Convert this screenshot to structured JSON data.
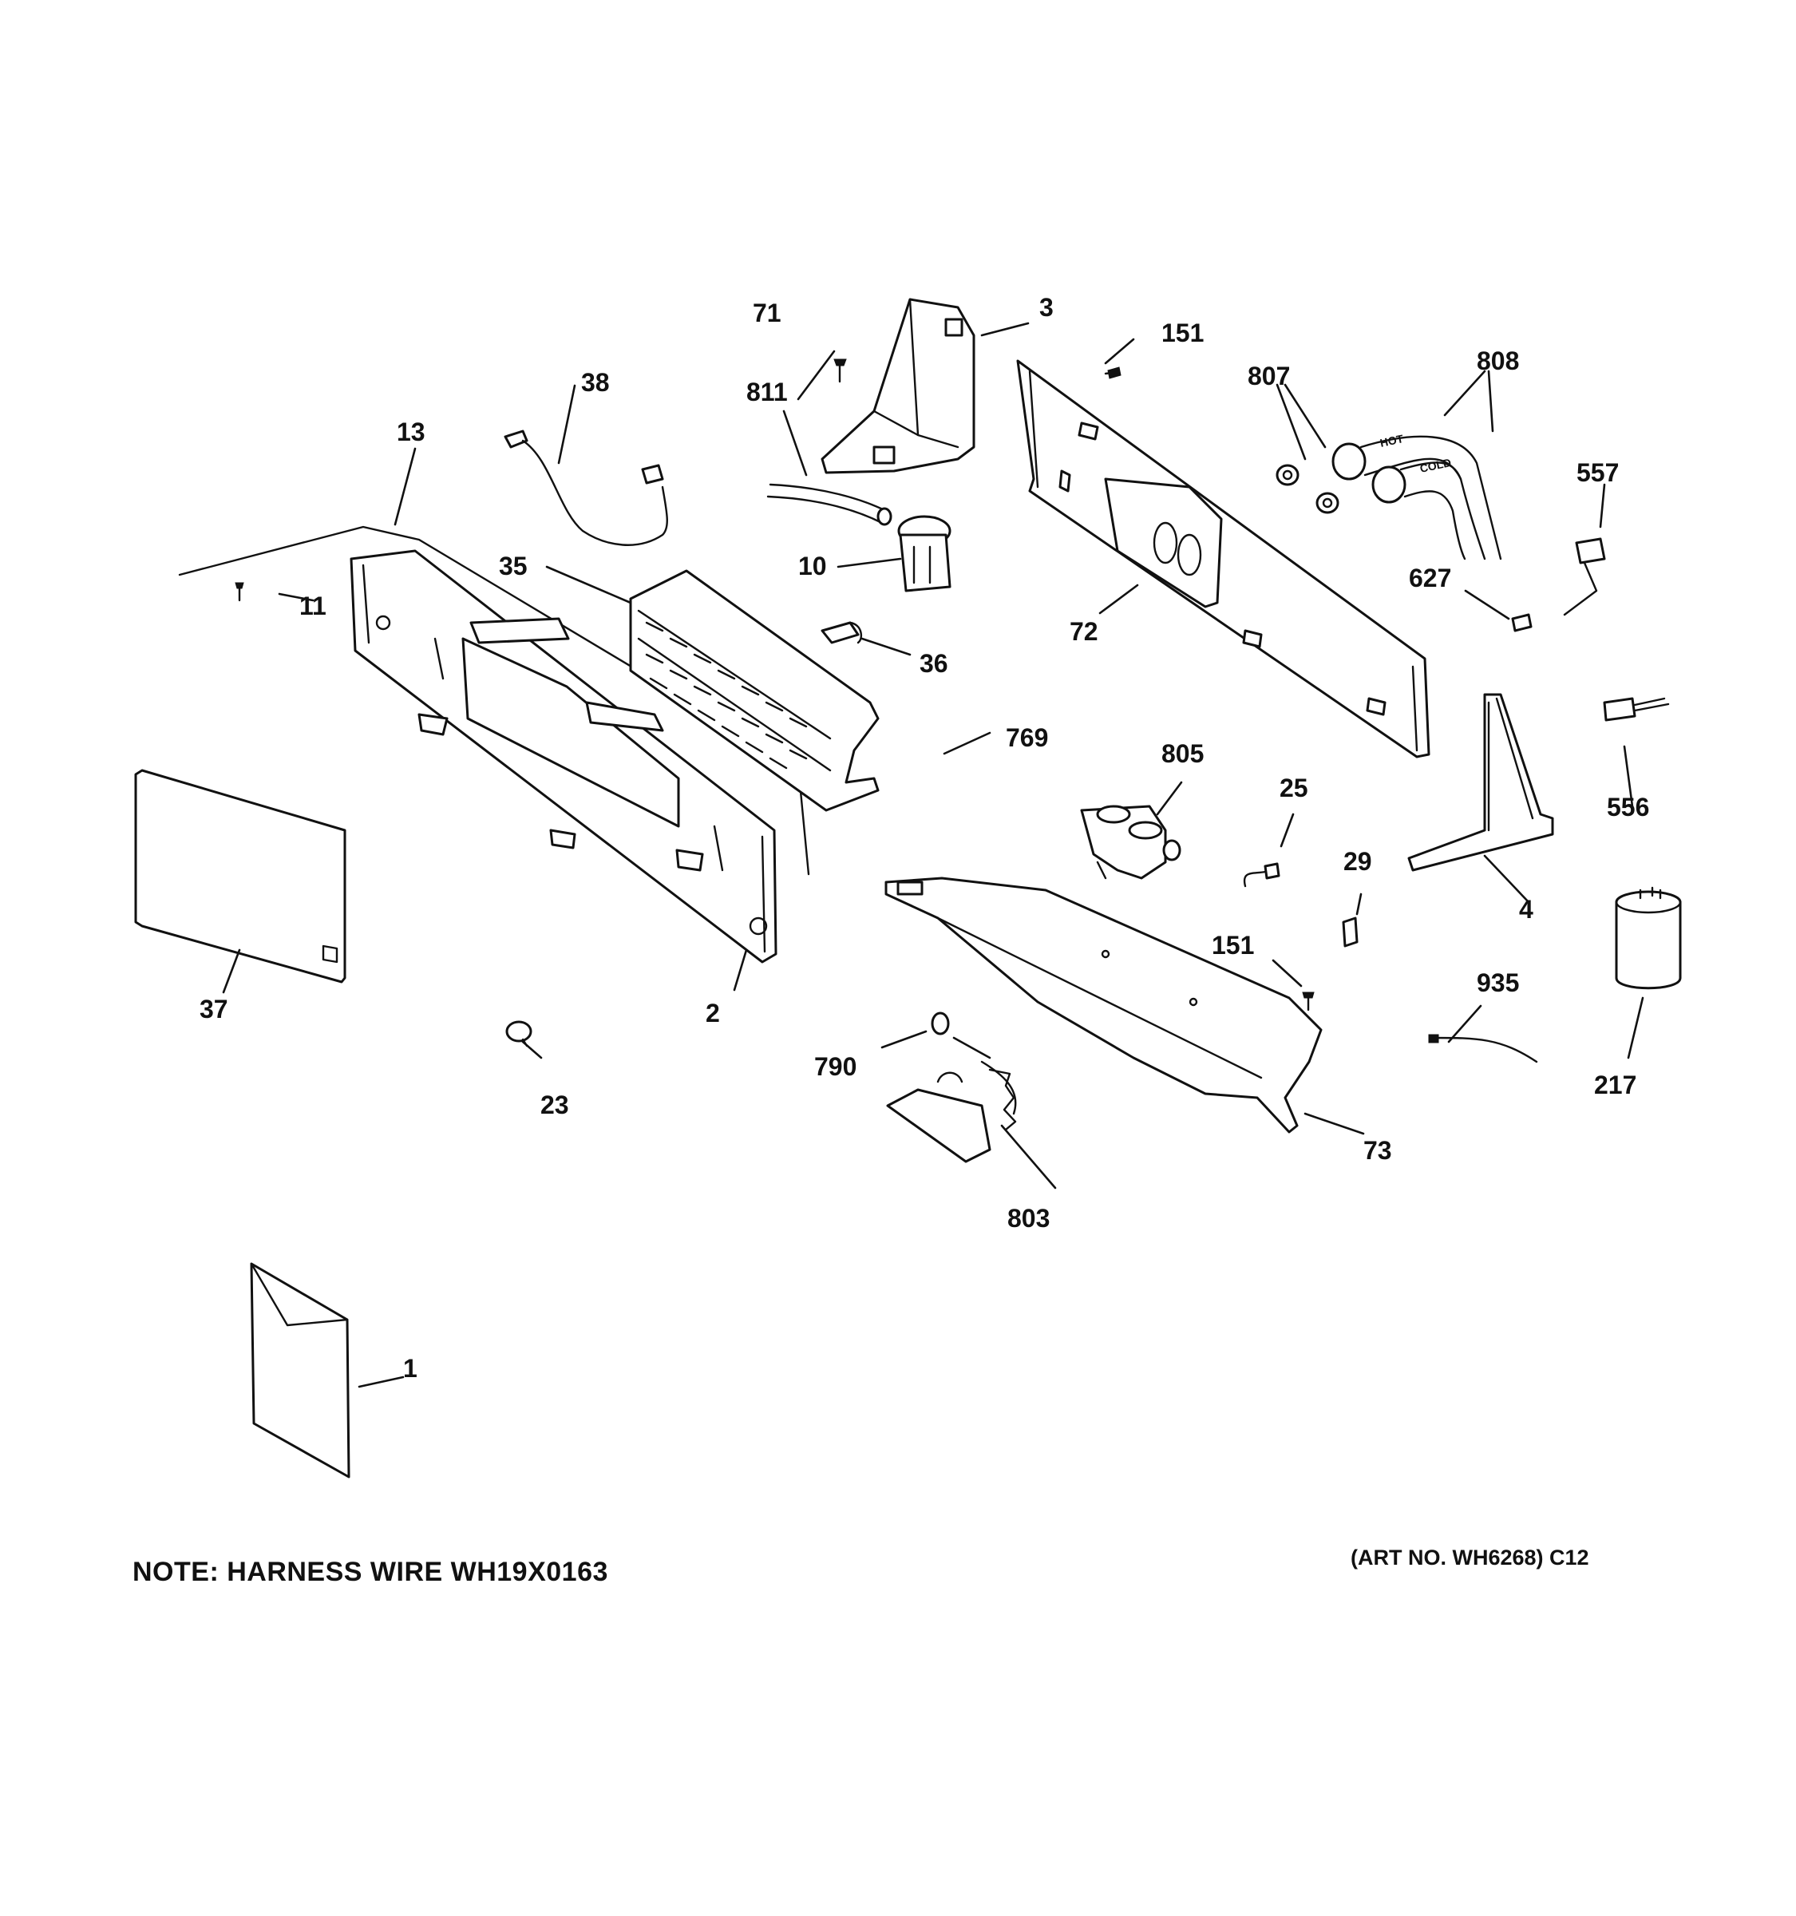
{
  "diagram": {
    "callouts": {
      "p1": "1",
      "p2": "2",
      "p3": "3",
      "p4": "4",
      "p10": "10",
      "p11": "11",
      "p13": "13",
      "p23": "23",
      "p25": "25",
      "p29": "29",
      "p35": "35",
      "p36": "36",
      "p37": "37",
      "p38": "38",
      "p71": "71",
      "p72": "72",
      "p73": "73",
      "p151a": "151",
      "p151b": "151",
      "p217": "217",
      "p556": "556",
      "p557": "557",
      "p627": "627",
      "p769": "769",
      "p790": "790",
      "p803": "803",
      "p805": "805",
      "p807": "807",
      "p808": "808",
      "p811": "811",
      "p935": "935"
    },
    "hose_labels": {
      "hot": "HOT",
      "cold": "COLD"
    }
  },
  "note": "NOTE: HARNESS WIRE WH19X0163",
  "art_number": "(ART NO. WH6268) C12"
}
